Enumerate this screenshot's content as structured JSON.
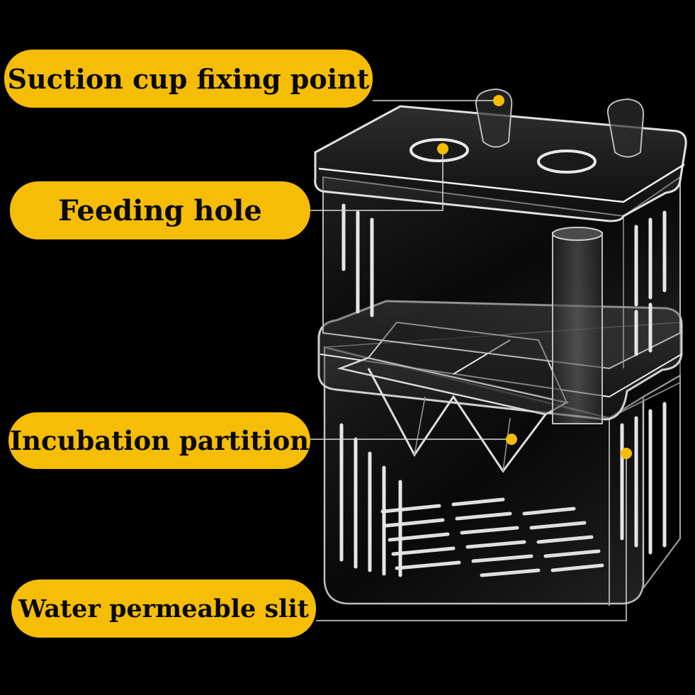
{
  "labels": {
    "suction": "Suction cup fixing point",
    "feeding": "Feeding hole",
    "incubation": "Incubation partition",
    "water": "Water permeable slit"
  },
  "colors": {
    "background": "#000000",
    "label_fill": "#f5bd06",
    "label_text": "#0a0a0a",
    "callout_line": "#d8d8d8",
    "marker_dot": "#f5bd06"
  }
}
